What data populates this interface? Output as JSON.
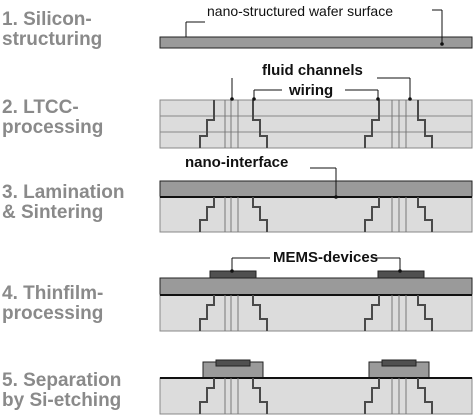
{
  "steps": [
    {
      "label": "1. Silicon-\nstructuring"
    },
    {
      "label": "2. LTCC-\nprocessing"
    },
    {
      "label": "3. Lamination\n& Sintering"
    },
    {
      "label": "4. Thinfilm-\nprocessing"
    },
    {
      "label": "5. Separation\nby Si-etching"
    }
  ],
  "annotations": {
    "wafer_surface": "nano-structured wafer surface",
    "fluid_channels": "fluid channels",
    "wiring": "wiring",
    "nano_interface": "nano-interface",
    "mems_devices": "MEMS-devices"
  },
  "colors": {
    "silicon": "#9a9a9a",
    "ltcc": "#dcdcdc",
    "mems": "#505050",
    "step_text": "#8a8a8a"
  }
}
